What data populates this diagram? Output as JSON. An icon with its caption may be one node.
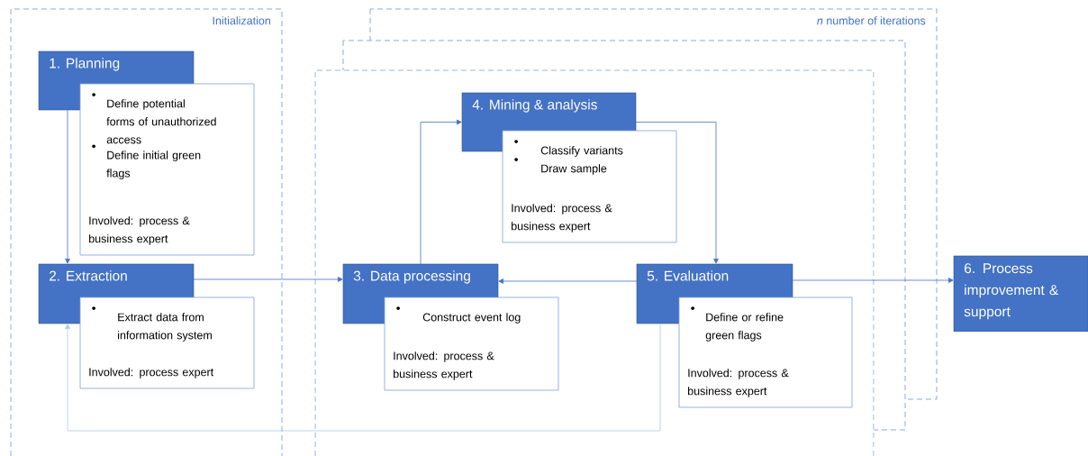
{
  "diagram": {
    "nodes": [
      {
        "text": [
          "Initialization"
        ]
      },
      {
        "text": [
          "1. Planning",
          "Define potential forms of unauthorized access",
          "Define initial green flags",
          "Involved: process & business expert"
        ],
        "in": 0
      },
      {
        "text": [
          "2. Extraction",
          "Extract data from information system",
          "Involved: process expert"
        ],
        "in": 0
      },
      {
        "text": [
          "3. Data processing",
          "Construct event log",
          "Involved: process & business expert"
        ]
      },
      {
        "text": [
          "4. Mining & analysis",
          "Classify variants",
          "Draw sample",
          "Involved: process & business expert"
        ]
      },
      {
        "text": [
          "5. Evaluation",
          "Define or refine green flags",
          "Involved: process & business expert"
        ]
      },
      {
        "text": [
          "6. Process improvement & support"
        ]
      }
    ],
    "edges": [
      {
        "from": 1,
        "to": 2,
        "arrow": "to"
      },
      {
        "from": 2,
        "to": 3,
        "arrow": "to"
      },
      {
        "from": 3,
        "to": 4,
        "arrow": "to"
      },
      {
        "from": 4,
        "to": 5,
        "arrow": "to"
      },
      {
        "from": 5,
        "to": 3,
        "arrow": "to"
      },
      {
        "from": 5,
        "to": 6,
        "arrow": "to"
      },
      {
        "from": 5,
        "to": 2,
        "arrow": "to",
        "color": "#b4c7e7"
      }
    ],
    "labels": [
      "*n* number of iterations"
    ]
  }
}
